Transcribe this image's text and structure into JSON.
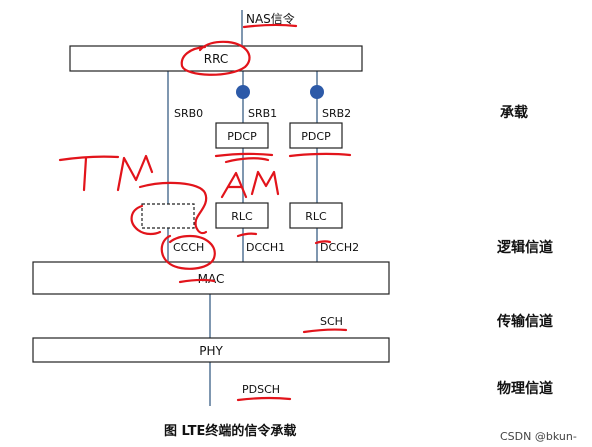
{
  "top_label": "NAS信令",
  "layers": {
    "rrc": "RRC",
    "mac": "MAC",
    "phy": "PHY"
  },
  "srb": {
    "srb0": "SRB0",
    "srb1": "SRB1",
    "srb2": "SRB2"
  },
  "boxes": {
    "pdcp1": "PDCP",
    "pdcp2": "PDCP",
    "rlc1": "RLC",
    "rlc2": "RLC"
  },
  "logical_channels": {
    "ccch": "CCCH",
    "dcch1": "DCCH1",
    "dcch2": "DCCH2"
  },
  "transport_channel": "SCH",
  "physical_channel": "PDSCH",
  "side_labels": {
    "bearer": "承载",
    "logical": "逻辑信道",
    "transport": "传输信道",
    "physical": "物理信道"
  },
  "annotations": {
    "tm": "TM",
    "am": "AM"
  },
  "caption": "图 LTE终端的信令承载",
  "watermark": "CSDN @bkun-",
  "colors": {
    "line": "#7f97b0",
    "dot": "#2d5aa8",
    "ink": "#e2141b"
  }
}
